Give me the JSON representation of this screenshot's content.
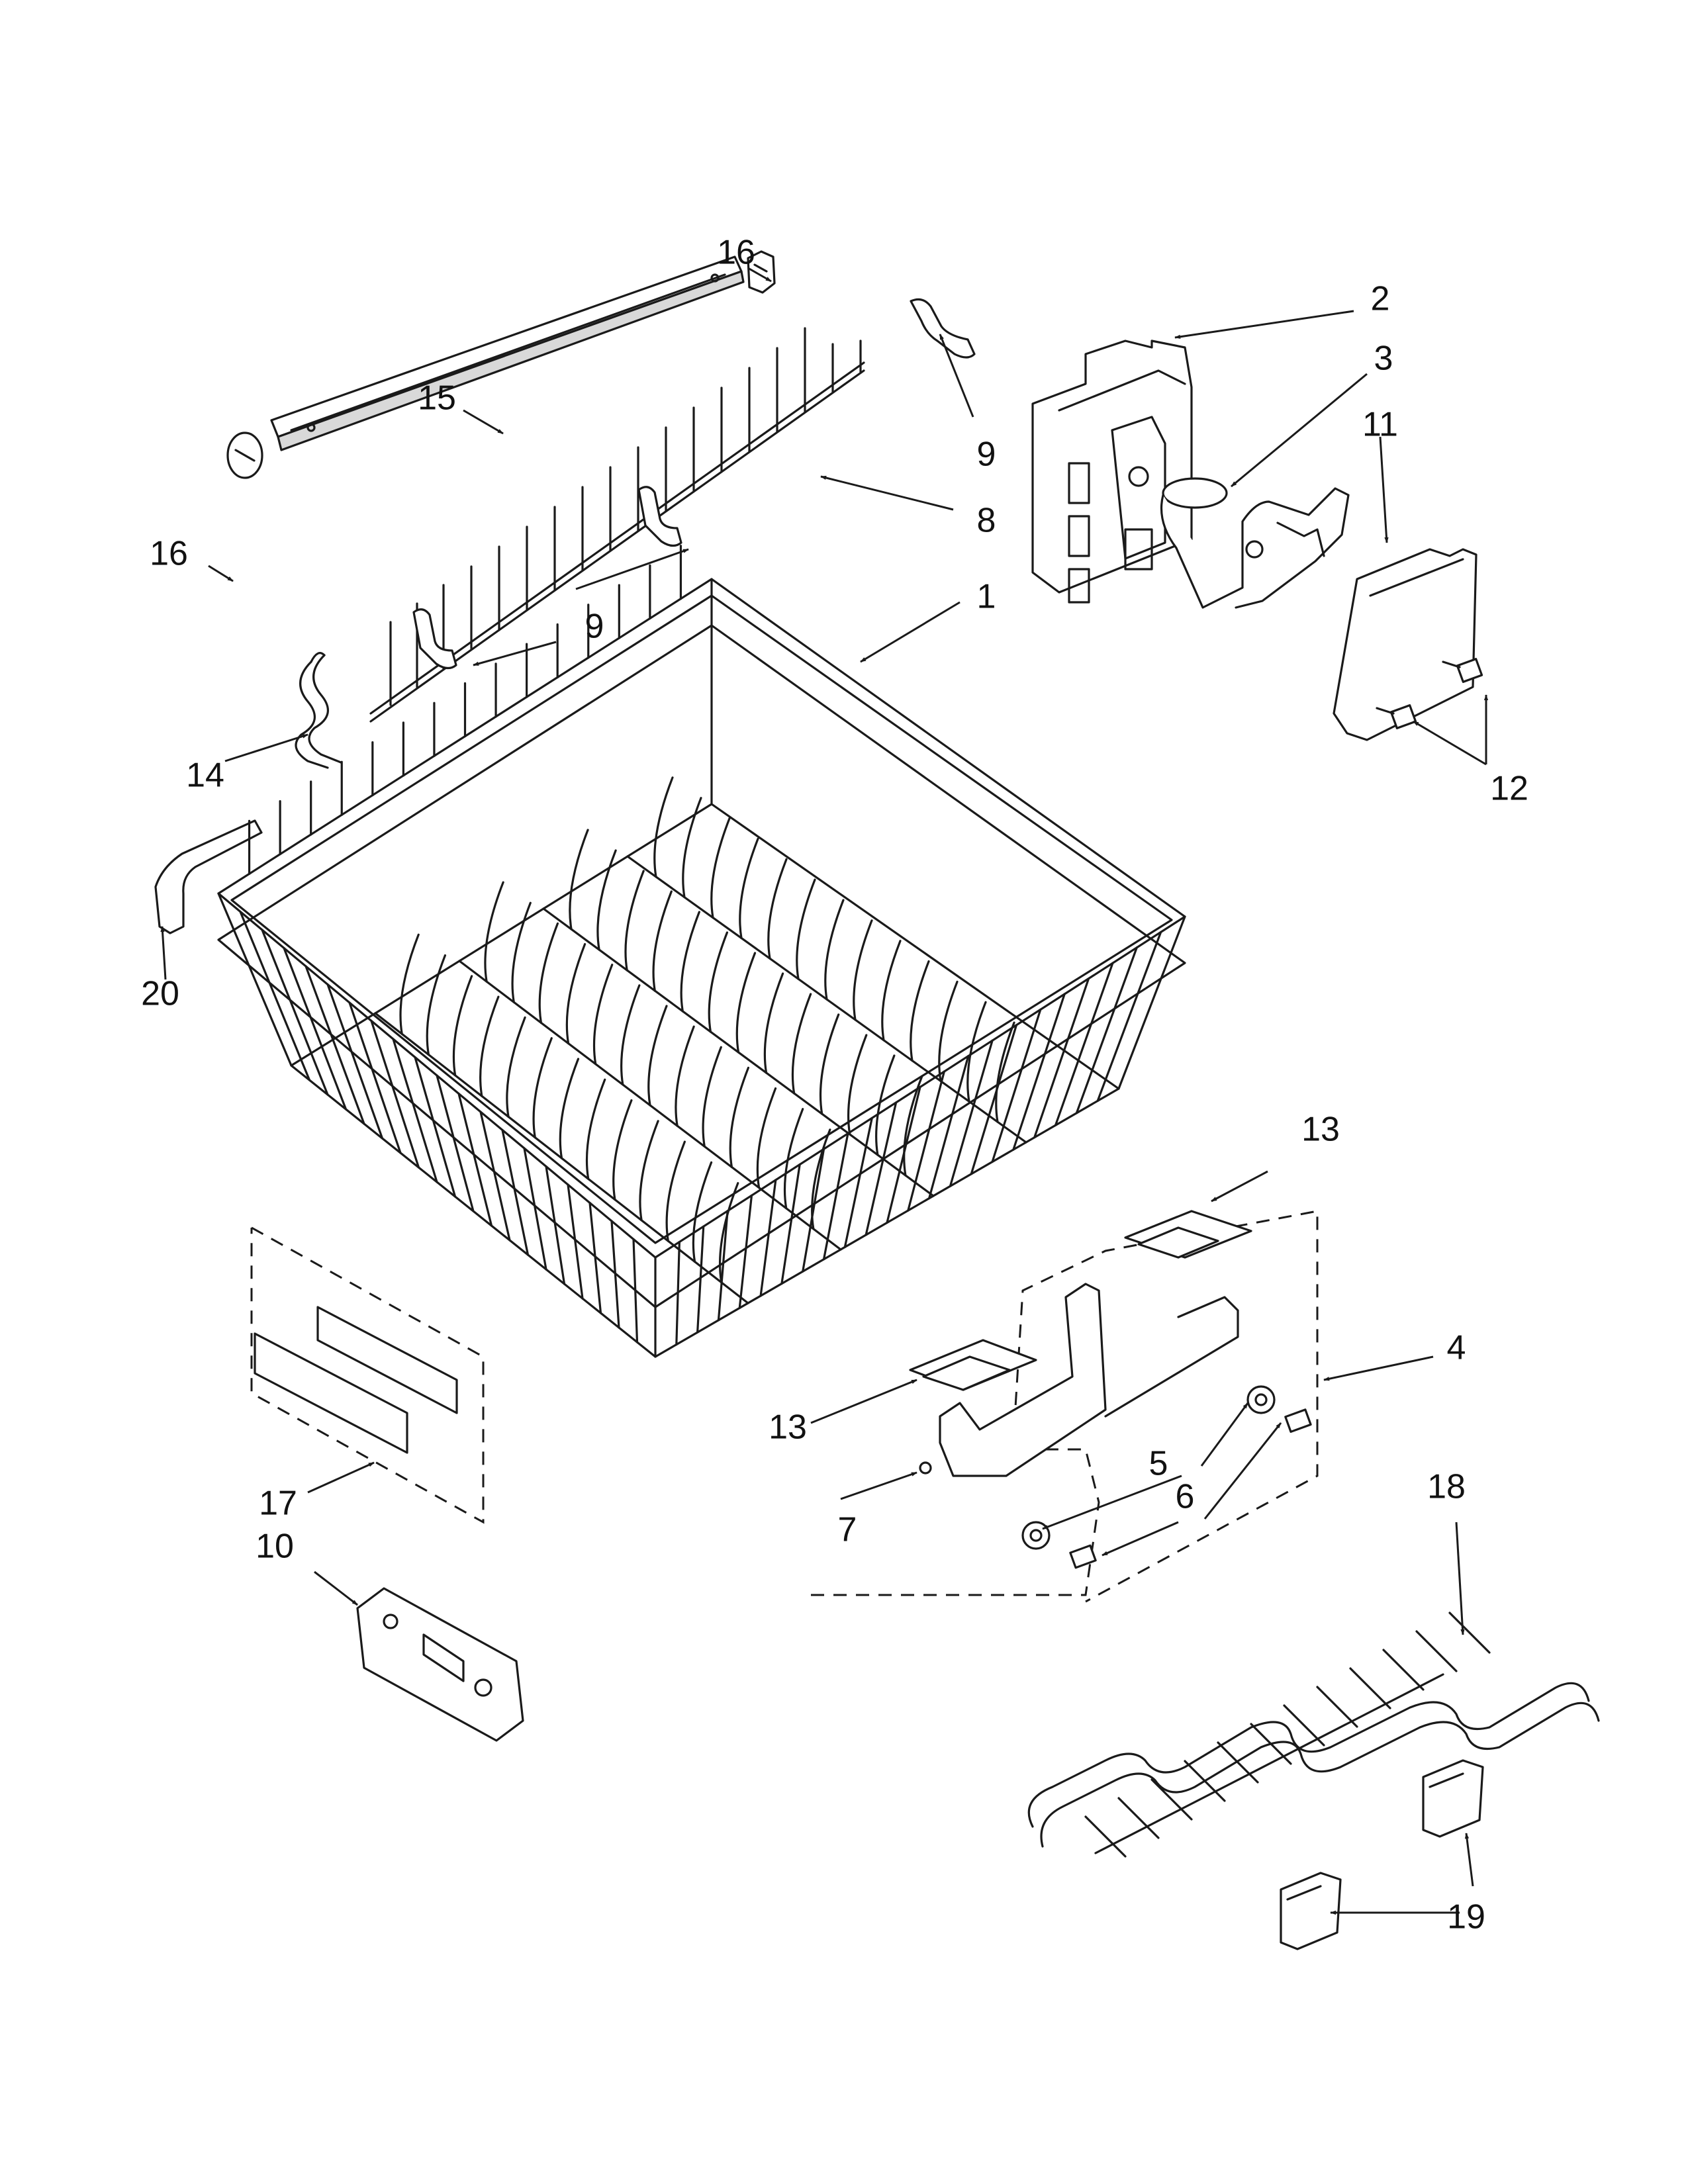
{
  "diagram": {
    "callouts": [
      "16",
      "2",
      "3",
      "11",
      "9",
      "15",
      "8",
      "16",
      "1",
      "9",
      "12",
      "14",
      "20",
      "13",
      "4",
      "13",
      "5",
      "7",
      "6",
      "17",
      "10",
      "18",
      "19"
    ]
  }
}
